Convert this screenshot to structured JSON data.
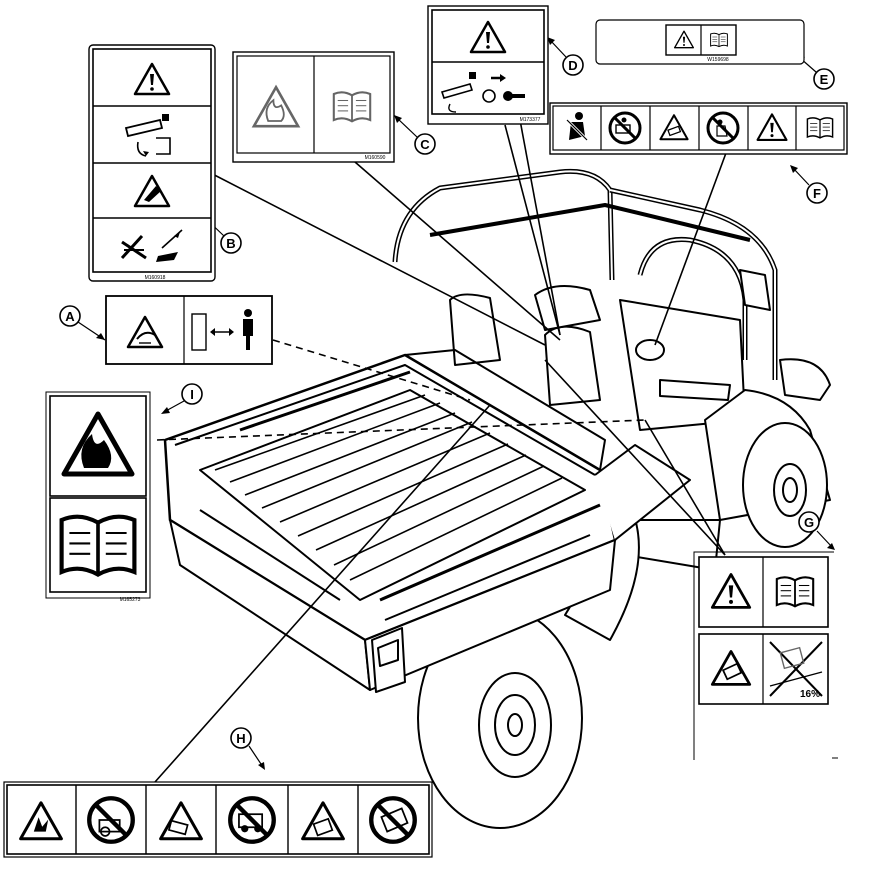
{
  "callouts": {
    "a": "A",
    "b": "B",
    "c": "C",
    "d": "D",
    "e": "E",
    "f": "F",
    "g": "G",
    "h": "H",
    "i": "I"
  },
  "decal_codes": {
    "b": "M160918",
    "c": "M160590",
    "d": "M173377",
    "e": "W159698",
    "i": "M165273"
  },
  "grade_label": "16%",
  "icons": [
    "warning-triangle-icon",
    "operator-manual-icon",
    "hot-surface-icon",
    "fire-hazard-icon",
    "hand-crush-icon",
    "no-riding-in-bed-icon",
    "seatbelt-icon",
    "key-removal-icon",
    "pinch-point-icon",
    "no-steep-slope-icon"
  ],
  "colors": {
    "line": "#000000",
    "background": "#ffffff"
  }
}
